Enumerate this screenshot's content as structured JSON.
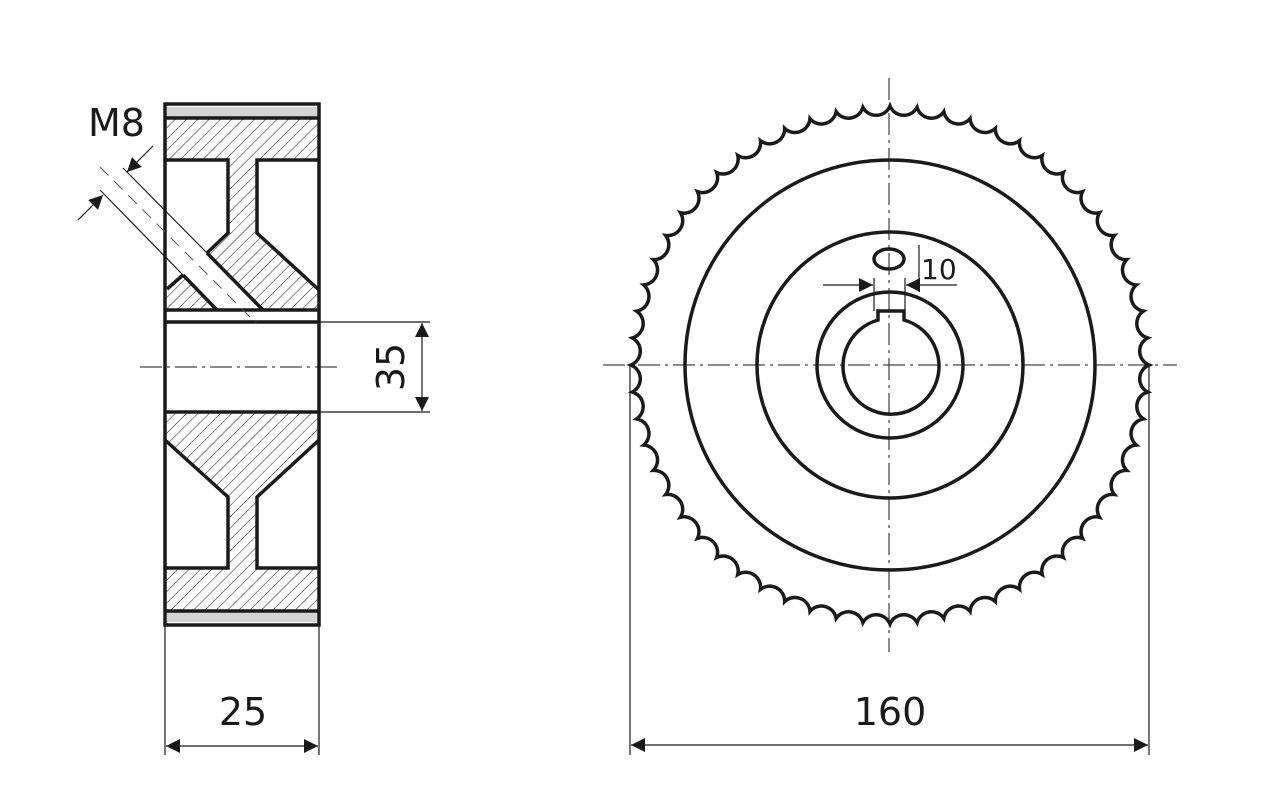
{
  "drawing": {
    "section_view": {
      "thread_label": "M8",
      "bore_dimension": "35",
      "width_dimension": "25"
    },
    "front_view": {
      "keyway_dimension": "10",
      "outer_diameter_dimension": "160"
    },
    "colors": {
      "line": "#1a1a1a",
      "rim_band": "#d4d4d4"
    }
  }
}
